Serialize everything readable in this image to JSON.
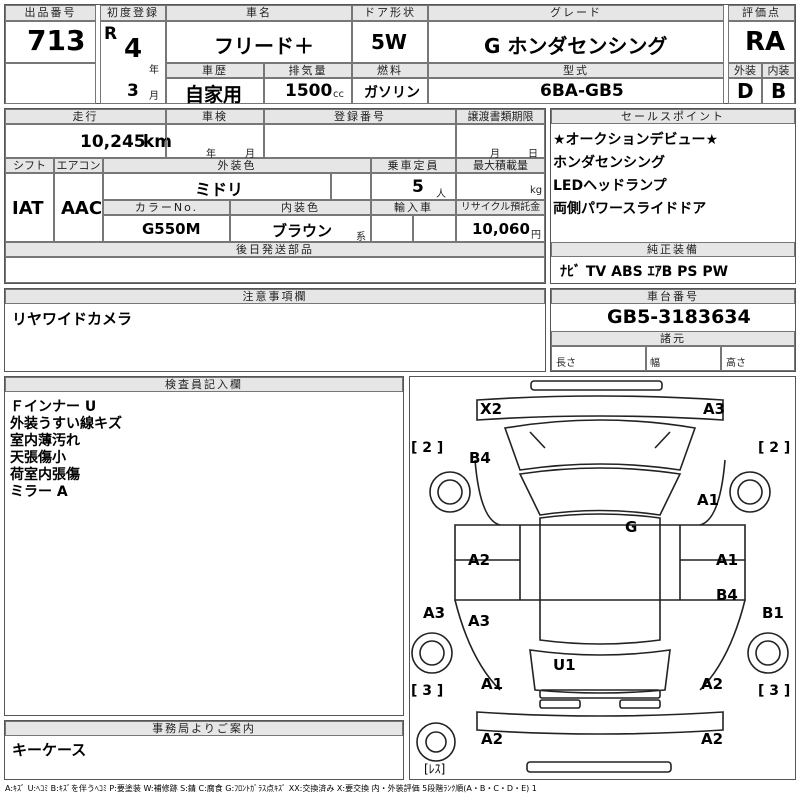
{
  "header": {
    "lot_label": "出品番号",
    "lot_no": "713",
    "first_reg_label": "初度登録",
    "era": "R",
    "year": "4",
    "year_unit": "年",
    "month": "3",
    "month_unit": "月",
    "name_label": "車名",
    "car_name": "フリード＋",
    "door_label": "ドア形状",
    "door": "5W",
    "grade_label": "グレード",
    "grade": "G ホンダセンシング",
    "score_label": "評価点",
    "score": "RA",
    "history_label": "車歴",
    "history": "自家用",
    "disp_label": "排気量",
    "displacement": "1500",
    "disp_unit": "cc",
    "fuel_label": "燃料",
    "fuel": "ガソリン",
    "model_label": "型式",
    "model": "6BA-GB5",
    "ext_label": "外装",
    "ext_grade": "D",
    "int_label": "内装",
    "int_grade": "B"
  },
  "row2": {
    "mileage_label": "走行",
    "mileage": "10,245",
    "mileage_unit": "km",
    "inspection_label": "車検",
    "insp_year_unit": "年",
    "insp_month_unit": "月",
    "regno_label": "登録番号",
    "transfer_label": "譲渡書類期限",
    "transfer_month_unit": "月",
    "transfer_day_unit": "日",
    "shift_label": "シフト",
    "shift": "IAT",
    "ac_label": "エアコン",
    "ac": "AAC",
    "color_label": "外装色",
    "color": "ミドリ",
    "capacity_label": "乗車定員",
    "capacity": "5",
    "capacity_unit": "人",
    "load_label": "最大積載量",
    "load_unit": "kg",
    "colorno_label": "カラーNo.",
    "color_no": "G550M",
    "interior_color_label": "内装色",
    "interior_color": "ブラウン",
    "interior_suffix": "系",
    "import_label": "輸入車",
    "recycle_label": "リサイクル預託金",
    "recycle": "10,060",
    "recycle_unit": "円",
    "later_label": "後日発送部品"
  },
  "sales_points": {
    "label": "セールスポイント",
    "items": [
      "★オークションデビュー★",
      "ホンダセンシング",
      "LEDヘッドランプ",
      "両側パワースライドドア"
    ]
  },
  "equipment": {
    "label": "純正装備",
    "value": "ﾅﾋﾞ TV ABS ｴｱB PS PW"
  },
  "notes": {
    "label": "注意事項欄",
    "text": "リヤワイドカメラ"
  },
  "chassis": {
    "label": "車台番号",
    "number": "GB5-3183634",
    "spec_label": "諸元",
    "length_label": "長さ",
    "width_label": "幅",
    "height_label": "高さ"
  },
  "inspector": {
    "label": "検査員記入欄",
    "lines": [
      "Ｆインナー U",
      "外装うすい線キズ",
      "室内薄汚れ",
      "天張傷小",
      "荷室内張傷",
      "ミラー A"
    ]
  },
  "office": {
    "label": "事務局よりご案内",
    "text": "キーケース"
  },
  "diagram": {
    "marks": [
      "X2",
      "A3",
      "B4",
      "A1",
      "G",
      "A2",
      "A1",
      "B4",
      "A3",
      "A3",
      "B1",
      "U1",
      "A1",
      "A2",
      "A2",
      "A2"
    ],
    "tire_left_top": "[ 2 ]",
    "tire_right_top": "[ 2 ]",
    "tire_left_bottom": "[ 3 ]",
    "tire_right_bottom": "[ 3 ]",
    "spare": "[ﾚｽ]"
  },
  "legend": "A:ｷｽﾞ U:ﾍｺﾐ B:ｷｽﾞを伴うﾍｺﾐ P:要塗装 W:補修跡 S:錆 C:腐食 G:ﾌﾛﾝﾄｶﾞﾗｽ点ｷｽﾞ XX:交換済み X:要交換 内・外装評価 5段階ﾗﾝｸ順(A・B・C・D・E) 1"
}
